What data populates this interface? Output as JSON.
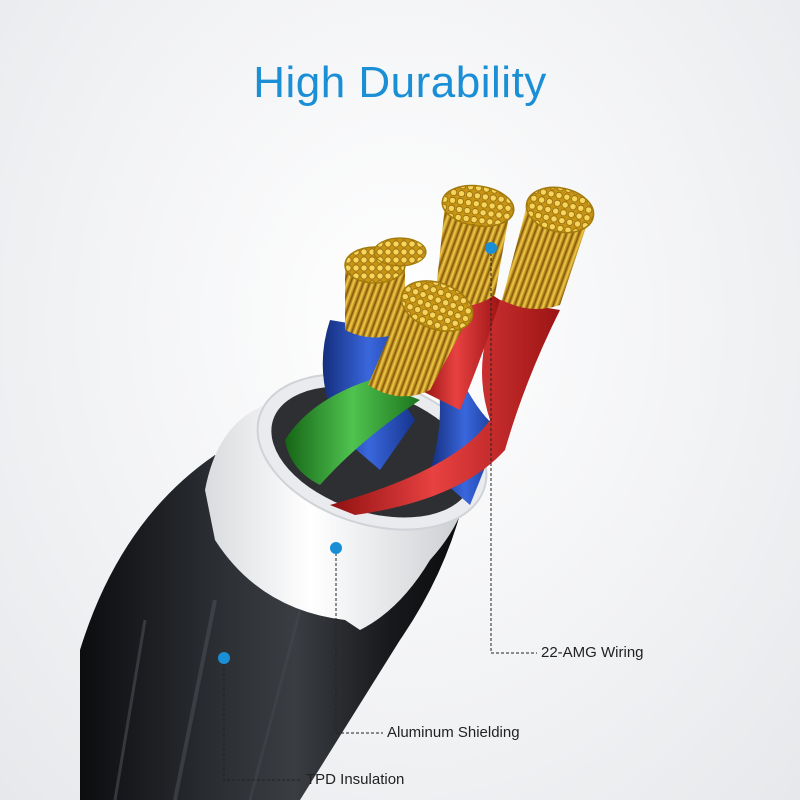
{
  "title": "High Durability",
  "callouts": {
    "wiring": "22-AMG Wiring",
    "shielding": "Aluminum Shielding",
    "insulation": "TPD Insulation"
  },
  "colors": {
    "title": "#1a8fd6",
    "dot": "#1a8fd6",
    "jacket": "#1b1d20",
    "shield": "#f5f6f7",
    "wire_red": "#d42a2a",
    "wire_blue": "#2452c4",
    "wire_green": "#2e9a2e",
    "copper": "#e2b323"
  },
  "icons": {
    "dot": "callout-dot-icon"
  }
}
